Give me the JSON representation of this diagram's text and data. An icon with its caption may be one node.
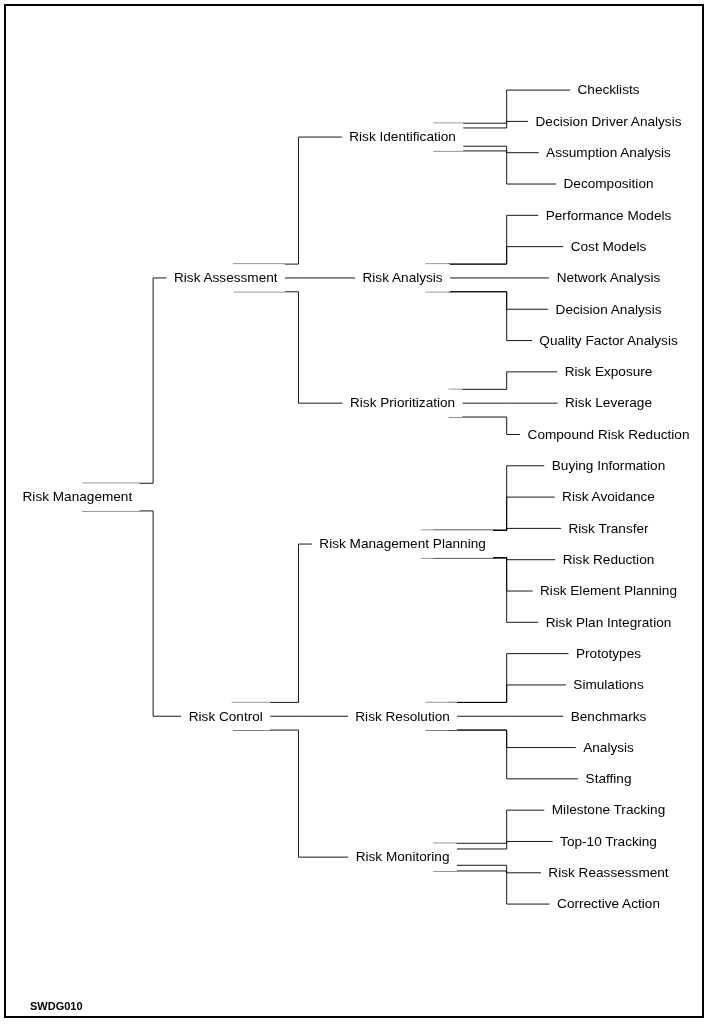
{
  "diagram": {
    "nodes": [
      {
        "text": [
          "Risk Management"
        ]
      },
      {
        "text": [
          "Risk Assessment"
        ]
      },
      {
        "text": [
          "Risk Identification"
        ]
      },
      {
        "text": [
          "Checklists"
        ]
      },
      {
        "text": [
          "Decision Driver Analysis"
        ]
      },
      {
        "text": [
          "Assumption Analysis"
        ]
      },
      {
        "text": [
          "Decomposition"
        ]
      },
      {
        "text": [
          "Risk Analysis"
        ]
      },
      {
        "text": [
          "Performance Models"
        ]
      },
      {
        "text": [
          "Cost Models"
        ]
      },
      {
        "text": [
          "Network Analysis"
        ]
      },
      {
        "text": [
          "Decision Analysis"
        ]
      },
      {
        "text": [
          "Quality Factor Analysis"
        ]
      },
      {
        "text": [
          "Risk Prioritization"
        ]
      },
      {
        "text": [
          "Risk Exposure"
        ]
      },
      {
        "text": [
          "Risk Leverage"
        ]
      },
      {
        "text": [
          "Compound Risk Reduction"
        ]
      },
      {
        "text": [
          "Risk Control"
        ]
      },
      {
        "text": [
          "Risk Management Planning"
        ]
      },
      {
        "text": [
          "Buying Information"
        ]
      },
      {
        "text": [
          "Risk Avoidance"
        ]
      },
      {
        "text": [
          "Risk Transfer"
        ]
      },
      {
        "text": [
          "Risk Reduction"
        ]
      },
      {
        "text": [
          "Risk Element Planning"
        ]
      },
      {
        "text": [
          "Risk Plan Integration"
        ]
      },
      {
        "text": [
          "Risk Resolution"
        ]
      },
      {
        "text": [
          "Prototypes"
        ]
      },
      {
        "text": [
          "Simulations"
        ]
      },
      {
        "text": [
          "Benchmarks"
        ]
      },
      {
        "text": [
          "Analysis"
        ]
      },
      {
        "text": [
          "Staffing"
        ]
      },
      {
        "text": [
          "Risk Monitoring"
        ]
      },
      {
        "text": [
          "Milestone Tracking"
        ]
      },
      {
        "text": [
          "Top-10 Tracking"
        ]
      },
      {
        "text": [
          "Risk Reassessment"
        ]
      },
      {
        "text": [
          "Corrective Action"
        ]
      }
    ],
    "edges": [
      {
        "from": 0,
        "to": 1,
        "arrow": "none"
      },
      {
        "from": 1,
        "to": 2,
        "arrow": "none"
      },
      {
        "from": 2,
        "to": 3,
        "arrow": "none"
      },
      {
        "from": 2,
        "to": 4,
        "arrow": "none"
      },
      {
        "from": 2,
        "to": 5,
        "arrow": "none"
      },
      {
        "from": 2,
        "to": 6,
        "arrow": "none"
      },
      {
        "from": 1,
        "to": 7,
        "arrow": "none"
      },
      {
        "from": 7,
        "to": 8,
        "arrow": "none"
      },
      {
        "from": 7,
        "to": 9,
        "arrow": "none"
      },
      {
        "from": 7,
        "to": 10,
        "arrow": "none"
      },
      {
        "from": 7,
        "to": 11,
        "arrow": "none"
      },
      {
        "from": 7,
        "to": 12,
        "arrow": "none"
      },
      {
        "from": 1,
        "to": 13,
        "arrow": "none"
      },
      {
        "from": 13,
        "to": 14,
        "arrow": "none"
      },
      {
        "from": 13,
        "to": 15,
        "arrow": "none"
      },
      {
        "from": 13,
        "to": 16,
        "arrow": "none"
      },
      {
        "from": 0,
        "to": 17,
        "arrow": "none"
      },
      {
        "from": 17,
        "to": 18,
        "arrow": "none"
      },
      {
        "from": 18,
        "to": 19,
        "arrow": "none"
      },
      {
        "from": 18,
        "to": 20,
        "arrow": "none"
      },
      {
        "from": 18,
        "to": 21,
        "arrow": "none"
      },
      {
        "from": 18,
        "to": 22,
        "arrow": "none"
      },
      {
        "from": 18,
        "to": 23,
        "arrow": "none"
      },
      {
        "from": 18,
        "to": 24,
        "arrow": "none"
      },
      {
        "from": 17,
        "to": 25,
        "arrow": "none"
      },
      {
        "from": 25,
        "to": 26,
        "arrow": "none"
      },
      {
        "from": 25,
        "to": 27,
        "arrow": "none"
      },
      {
        "from": 25,
        "to": 28,
        "arrow": "none"
      },
      {
        "from": 25,
        "to": 29,
        "arrow": "none"
      },
      {
        "from": 25,
        "to": 30,
        "arrow": "none"
      },
      {
        "from": 17,
        "to": 31,
        "arrow": "none"
      },
      {
        "from": 31,
        "to": 32,
        "arrow": "none"
      },
      {
        "from": 31,
        "to": 33,
        "arrow": "none"
      },
      {
        "from": 31,
        "to": 34,
        "arrow": "none"
      },
      {
        "from": 31,
        "to": 35,
        "arrow": "none"
      }
    ],
    "labels": [
      "SWDG010"
    ]
  }
}
